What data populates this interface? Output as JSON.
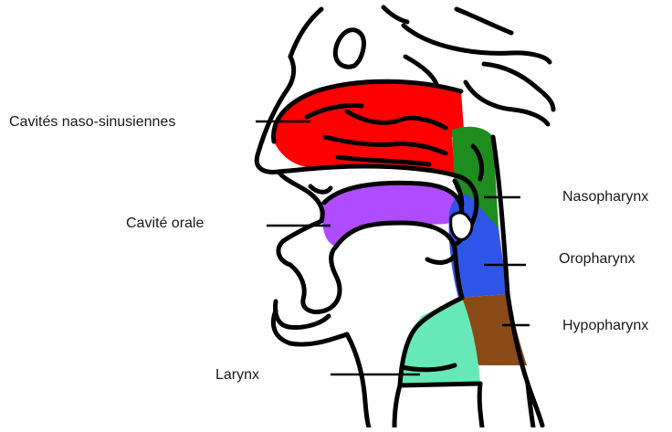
{
  "labels": {
    "nasal": "Cavités naso-sinusiennes",
    "oral": "Cavité orale",
    "larynx": "Larynx",
    "nasopharynx": "Nasopharynx",
    "oropharynx": "Oropharynx",
    "hypopharynx": "Hypopharynx"
  },
  "colors": {
    "nasal": "#ff0000",
    "oral": "#b04cff",
    "larynx": "#66e8b8",
    "nasopharynx": "#1e8c1e",
    "oropharynx": "#2f55e8",
    "hypopharynx": "#8a4a18",
    "outline": "#000000"
  }
}
